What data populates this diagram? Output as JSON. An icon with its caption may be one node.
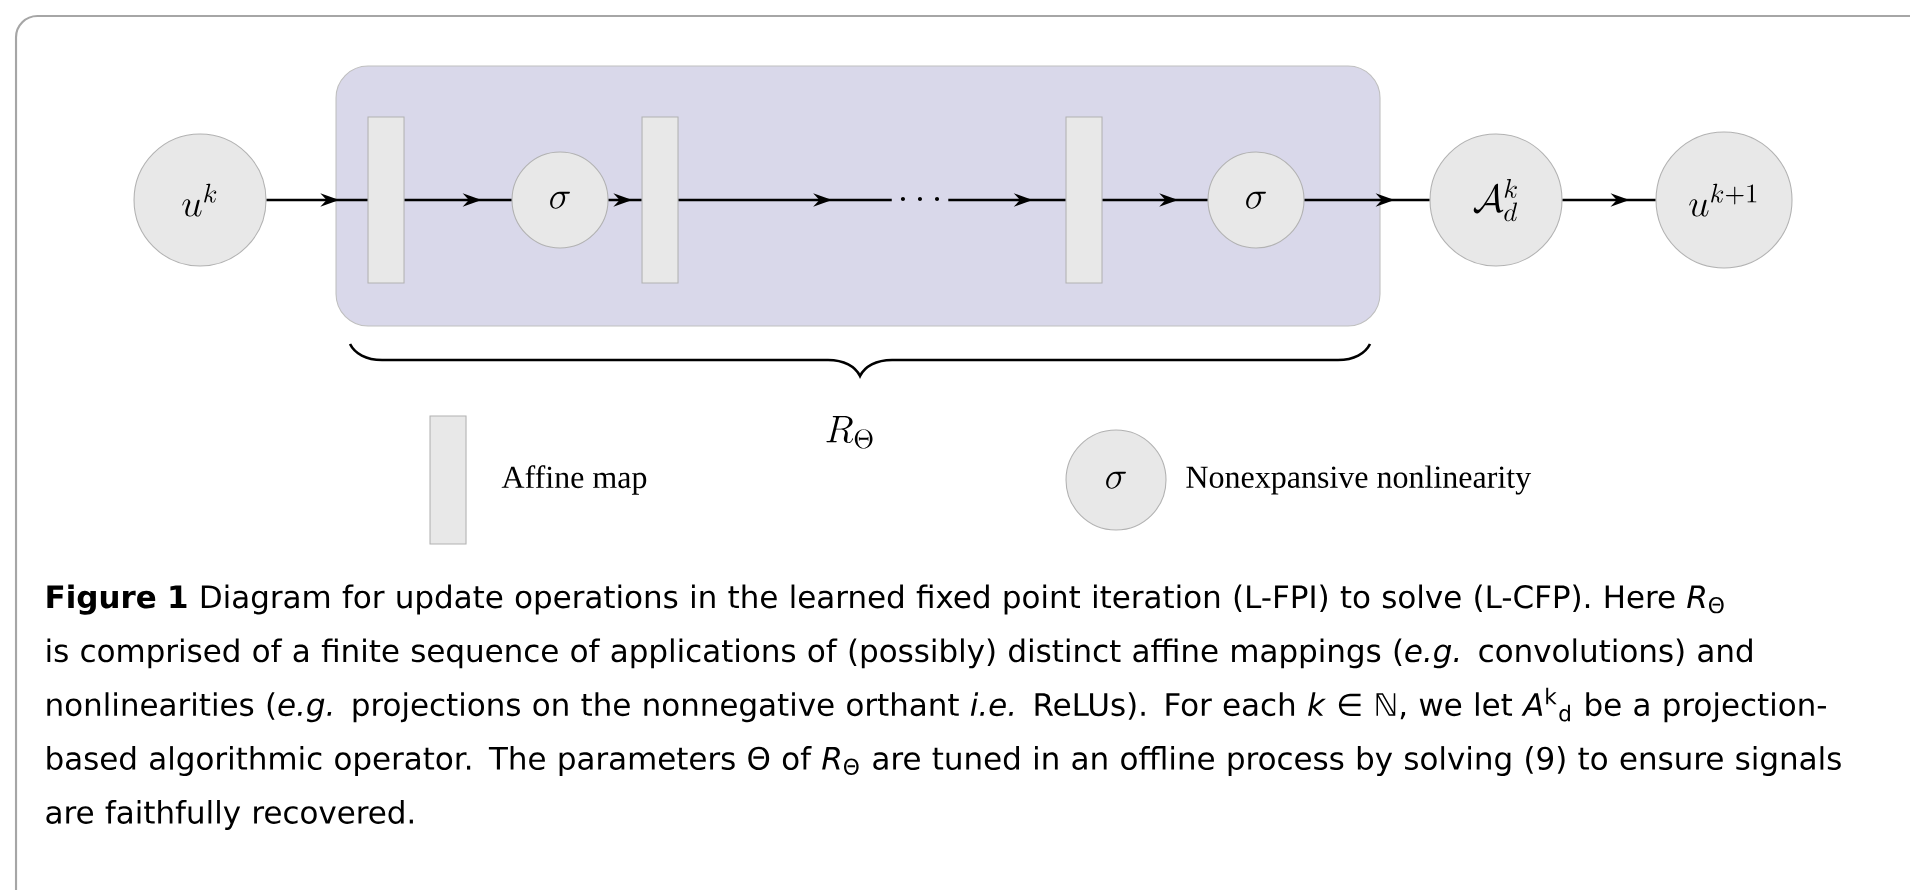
{
  "diagram": {
    "caption": "**Figure 1**  Diagram for update operations in the learned fixed point iteration (L-FPI) to solve (L-CFP). Here *R*$_{Θ}$ is comprised of a finite sequence of applications of (possibly) distinct affine mappings (*e.g.* convolutions) and nonlinearities (*e.g.* projections on the nonnegative orthant *i.e.* ReLUs). For each *k* ∈ ℕ, we let *A*$^{k}$$_{d}$ be a projection-based algorithmic operator. The parameters Θ of *R*$_{Θ}$ are tuned in an offline process by solving (9) to ensure signals are faithfully recovered.",
    "nodes": [
      {
        "text": [],
        "shape": "box"
      },
      {
        "text": [
          "u^k"
        ]
      },
      {
        "text": [],
        "shape": "bar",
        "in": 0
      },
      {
        "text": [
          "\\sigma"
        ],
        "in": 0
      },
      {
        "text": [],
        "shape": "bar",
        "in": 0
      },
      {
        "text": [
          "\\cdots"
        ],
        "in": 0
      },
      {
        "text": [],
        "shape": "bar",
        "in": 0
      },
      {
        "text": [
          "\\sigma"
        ],
        "in": 0
      },
      {
        "text": [
          "\\mathcal{A}_d^k"
        ]
      },
      {
        "text": [
          "u^{k+1}"
        ]
      }
    ],
    "edges": [
      {
        "from": 1,
        "to": 2,
        "arrow": "to"
      },
      {
        "from": 2,
        "to": 3,
        "arrow": "to"
      },
      {
        "from": 3,
        "to": 4,
        "arrow": "to"
      },
      {
        "from": 4,
        "to": 5,
        "arrow": "to"
      },
      {
        "from": 5,
        "to": 6,
        "arrow": "to"
      },
      {
        "from": 6,
        "to": 7,
        "arrow": "to"
      },
      {
        "from": 7,
        "to": 8,
        "arrow": "to"
      },
      {
        "from": 8,
        "to": 9,
        "arrow": "to"
      }
    ],
    "labels": [
      "R_\\Theta",
      "\\sigma"
    ],
    "legend": [
      {
        "text": "Affine map"
      },
      {
        "text": "Nonexpansive nonlinearity"
      }
    ]
  }
}
